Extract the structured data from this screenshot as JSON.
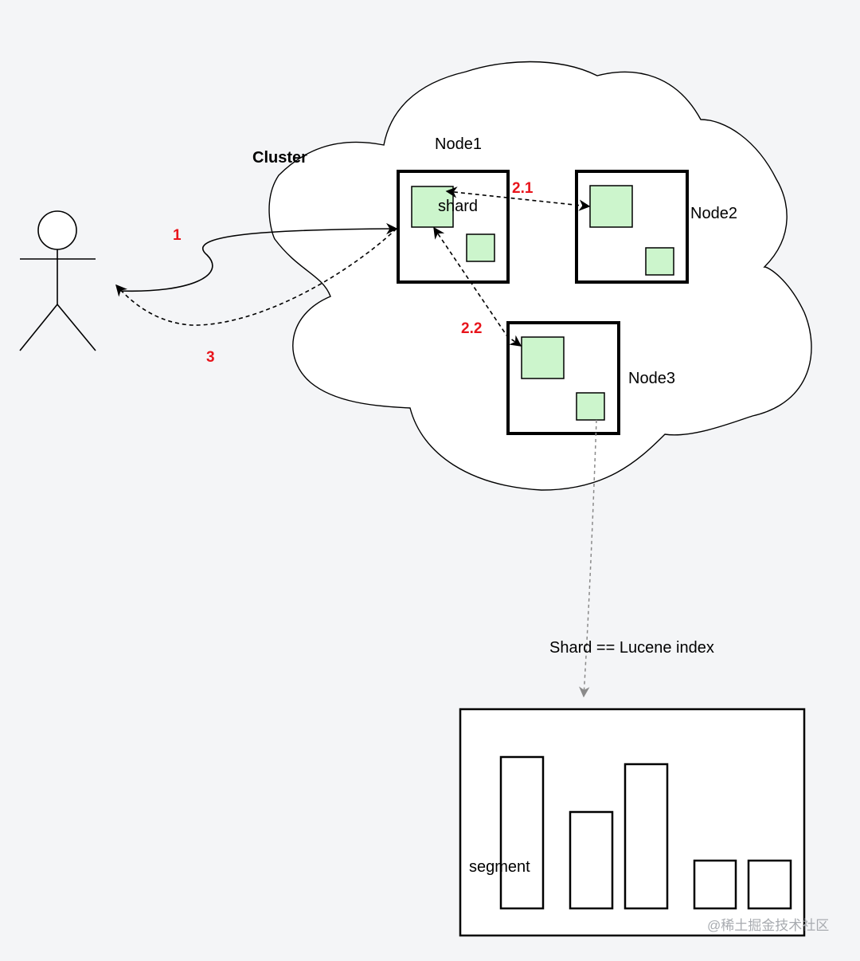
{
  "diagram": {
    "cluster_label": "Cluster",
    "nodes": [
      {
        "id": "node1",
        "label": "Node1"
      },
      {
        "id": "node2",
        "label": "Node2"
      },
      {
        "id": "node3",
        "label": "Node3"
      }
    ],
    "shard_label": "shard",
    "steps": {
      "request": "1",
      "to_node2": "2.1",
      "to_node3": "2.2",
      "response": "3"
    },
    "relation_label": "Shard == Lucene index",
    "segment_label": "segment",
    "colors": {
      "shard_fill": "#ccf5cc",
      "step_text": "#e8141b",
      "background": "#f4f5f7"
    }
  },
  "watermark": "@稀土掘金技术社区"
}
